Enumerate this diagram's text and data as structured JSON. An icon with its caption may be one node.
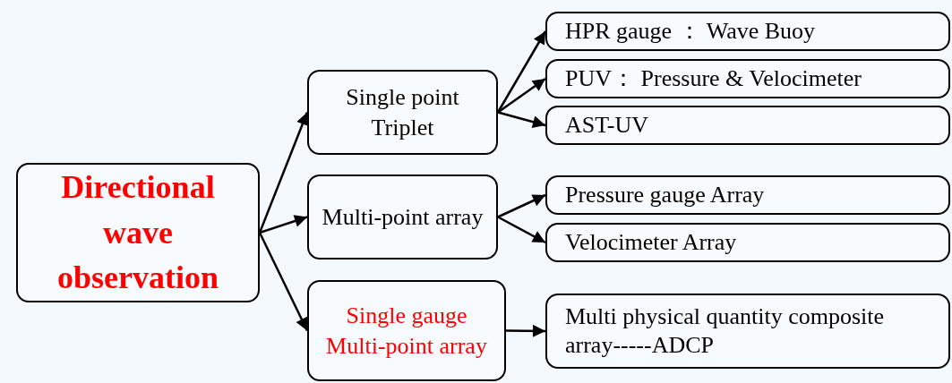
{
  "diagram": {
    "nodes": [
      {
        "text": [
          "Directional wave observation"
        ]
      },
      {
        "text": [
          "Single point Triplet"
        ]
      },
      {
        "text": [
          "Multi-point array"
        ]
      },
      {
        "text": [
          "Single gauge Multi-point array"
        ]
      },
      {
        "text": [
          "HPR gauge ： Wave Buoy"
        ]
      },
      {
        "text": [
          "PUV：  Pressure & Velocimeter"
        ]
      },
      {
        "text": [
          "AST-UV"
        ]
      },
      {
        "text": [
          "Pressure gauge Array"
        ]
      },
      {
        "text": [
          "Velocimeter Array"
        ]
      },
      {
        "text": [
          "Multi physical quantity composite array-----ADCP"
        ]
      }
    ],
    "edges": [
      {
        "from": 0,
        "to": 1,
        "arrow": "to"
      },
      {
        "from": 0,
        "to": 2,
        "arrow": "to"
      },
      {
        "from": 0,
        "to": 3,
        "arrow": "to"
      },
      {
        "from": 1,
        "to": 4,
        "arrow": "to"
      },
      {
        "from": 1,
        "to": 5,
        "arrow": "to"
      },
      {
        "from": 1,
        "to": 6,
        "arrow": "to"
      },
      {
        "from": 2,
        "to": 7,
        "arrow": "to"
      },
      {
        "from": 2,
        "to": 8,
        "arrow": "to"
      },
      {
        "from": 3,
        "to": 9,
        "arrow": "to"
      }
    ]
  }
}
